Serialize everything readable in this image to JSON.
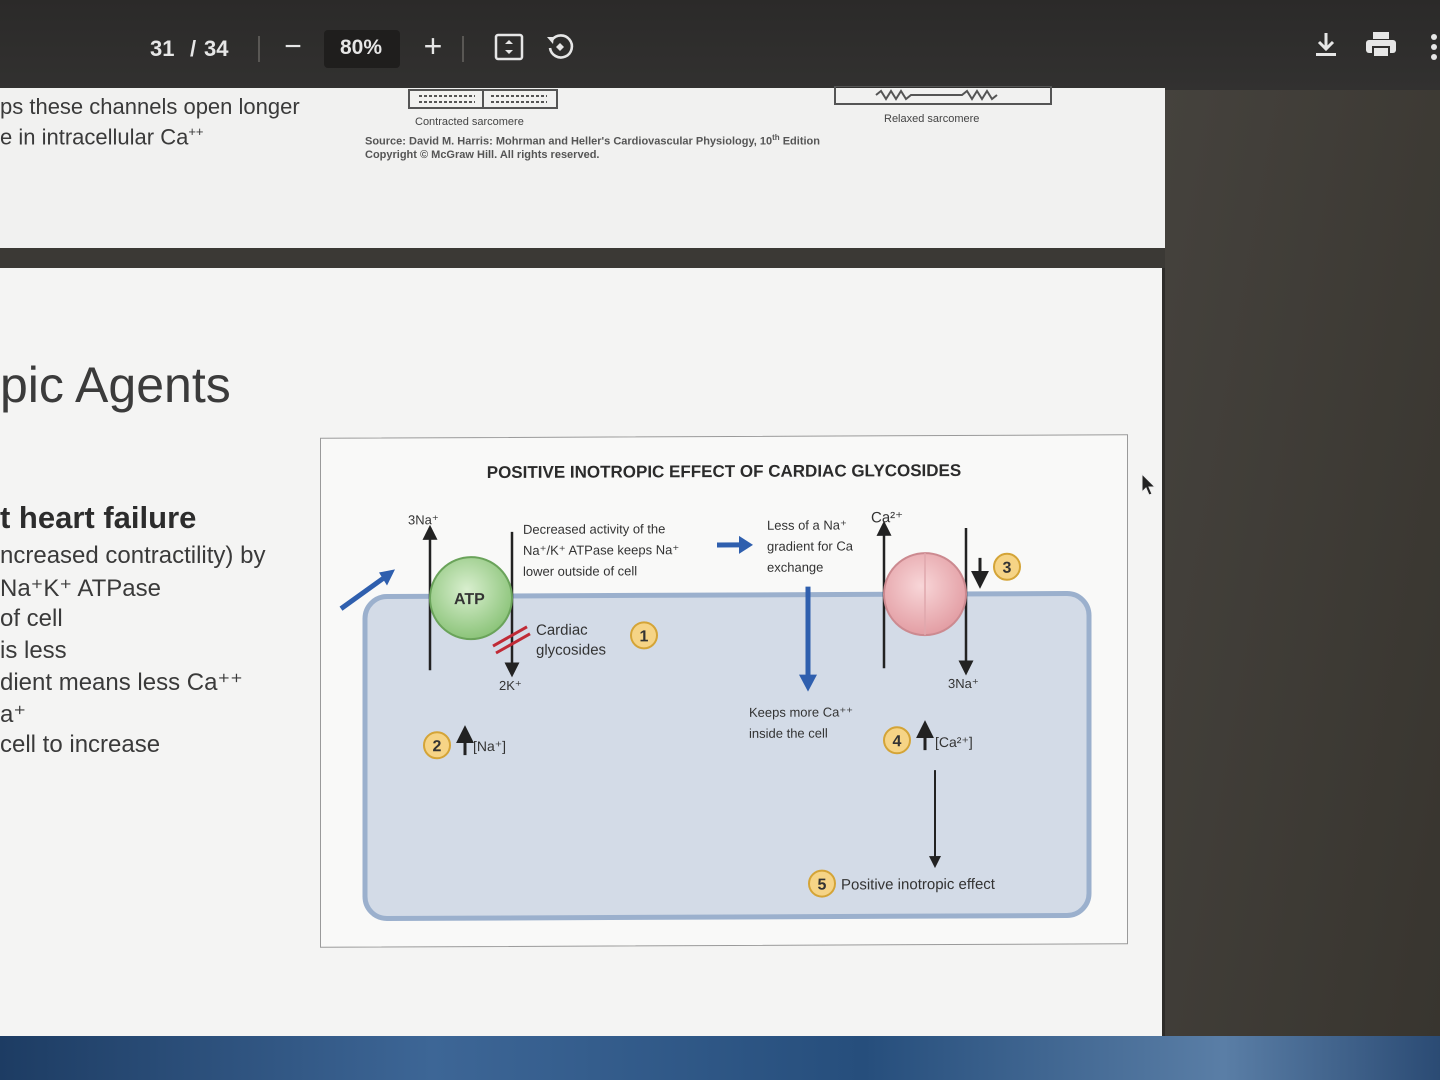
{
  "toolbar": {
    "page_current": "31",
    "page_separator": "/",
    "page_total": "34",
    "zoom_out_label": "−",
    "zoom_value": "80%",
    "zoom_in_label": "+",
    "icons": [
      "fit-page-icon",
      "rotate-icon",
      "download-icon",
      "print-icon",
      "more-icon"
    ]
  },
  "top_page": {
    "line1": "ps these channels open longer",
    "line2": "e in intracellular Ca",
    "line2_sup": "++",
    "caption_contracted": "Contracted sarcomere",
    "caption_relaxed": "Relaxed sarcomere",
    "source": "Source: David M. Harris: Mohrman and Heller's Cardiovascular Physiology, 10",
    "source_sup": "th",
    "source_tail": " Edition",
    "copyright": "Copyright © McGraw Hill. All rights reserved."
  },
  "slide": {
    "title": "pic Agents",
    "bullets": [
      "t heart failure",
      "ncreased contractility) by",
      "Na⁺K⁺ ATPase",
      "of cell",
      " is less",
      "dient means less Ca⁺⁺",
      "a⁺",
      " cell to increase"
    ]
  },
  "figure": {
    "title": "POSITIVE INOTROPIC EFFECT OF CARDIAC GLYCOSIDES",
    "na_out_label": "3Na⁺",
    "atp_label": "ATP",
    "k_in_label": "2K⁺",
    "desc1_line1": "Decreased activity of the",
    "desc1_line2": "Na⁺/K⁺ ATPase keeps Na⁺",
    "desc1_line3": "lower outside of cell",
    "desc2_line1": "Less of a Na⁺",
    "desc2_line2": "gradient for Ca",
    "desc2_line3": "exchange",
    "ca_label": "Ca²⁺",
    "na_in_label": "3Na⁺",
    "glycoside_line1": "Cardiac",
    "glycoside_line2": "glycosides",
    "keeps_line1": "Keeps more Ca⁺⁺",
    "keeps_line2": "inside the cell",
    "step1": "1",
    "step2": "2",
    "step3": "3",
    "step4": "4",
    "step5": "5",
    "na_conc": "[Na⁺]",
    "ca_conc": "[Ca²⁺]",
    "positive_effect": "Positive inotropic effect"
  }
}
